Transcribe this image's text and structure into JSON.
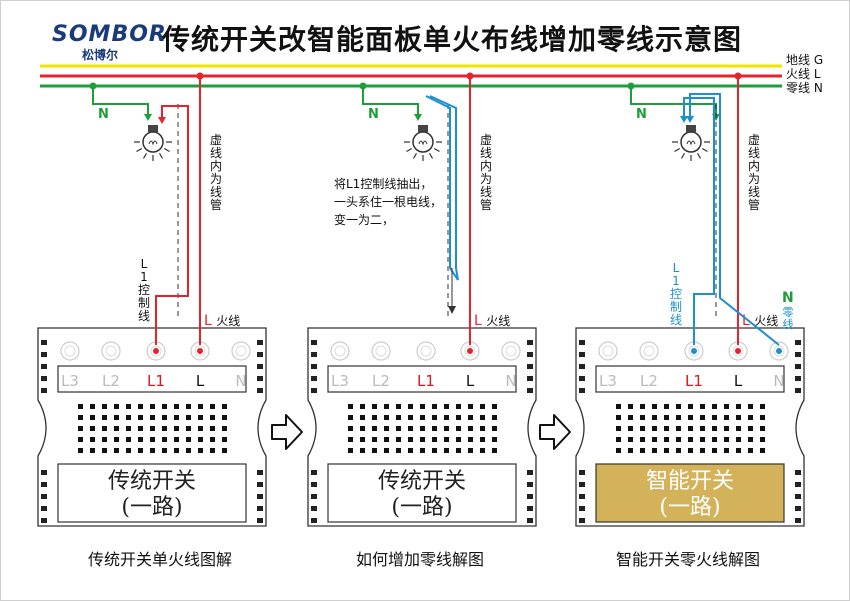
{
  "logo": {
    "brand": "SOMBOR",
    "brand_cn": "松博尔"
  },
  "title": "传统开关改智能面板单火布线增加零线示意图",
  "wires": {
    "ground": "地线 G",
    "live": "火线 L",
    "neutral": "零线 N"
  },
  "colors": {
    "ground": "#f2e600",
    "live": "#e5232d",
    "neutral": "#1e9e3a",
    "blue": "#1d8fd0",
    "smart_panel": "#d4b25a"
  },
  "panels": [
    {
      "n_label": "N",
      "conduit_label": "虚线内为线管",
      "l1_label": "L1控制线",
      "live_label": "L 火线",
      "terminals": [
        "L3",
        "L2",
        "L1",
        "L",
        "N"
      ],
      "switch_line1": "传统开关",
      "switch_line2": "(一路)",
      "caption": "传统开关单火线图解"
    },
    {
      "n_label": "N",
      "conduit_label": "虚线内为线管",
      "note_line1": "将L1控制线抽出，",
      "note_line2": "一头系住一根电线，",
      "note_line3": "变一为二，",
      "live_label": "L 火线",
      "terminals": [
        "L3",
        "L2",
        "L1",
        "L",
        "N"
      ],
      "switch_line1": "传统开关",
      "switch_line2": "(一路)",
      "caption": "如何增加零线解图"
    },
    {
      "n_label": "N",
      "conduit_label": "虚线内为线管",
      "l1_label": "L1控制线",
      "live_label": "L 火线",
      "neutral_label_top": "N",
      "neutral_label": "零线",
      "terminals": [
        "L3",
        "L2",
        "L1",
        "L",
        "N"
      ],
      "switch_line1": "智能开关",
      "switch_line2": "(一路)",
      "caption": "智能开关零火线解图"
    }
  ]
}
